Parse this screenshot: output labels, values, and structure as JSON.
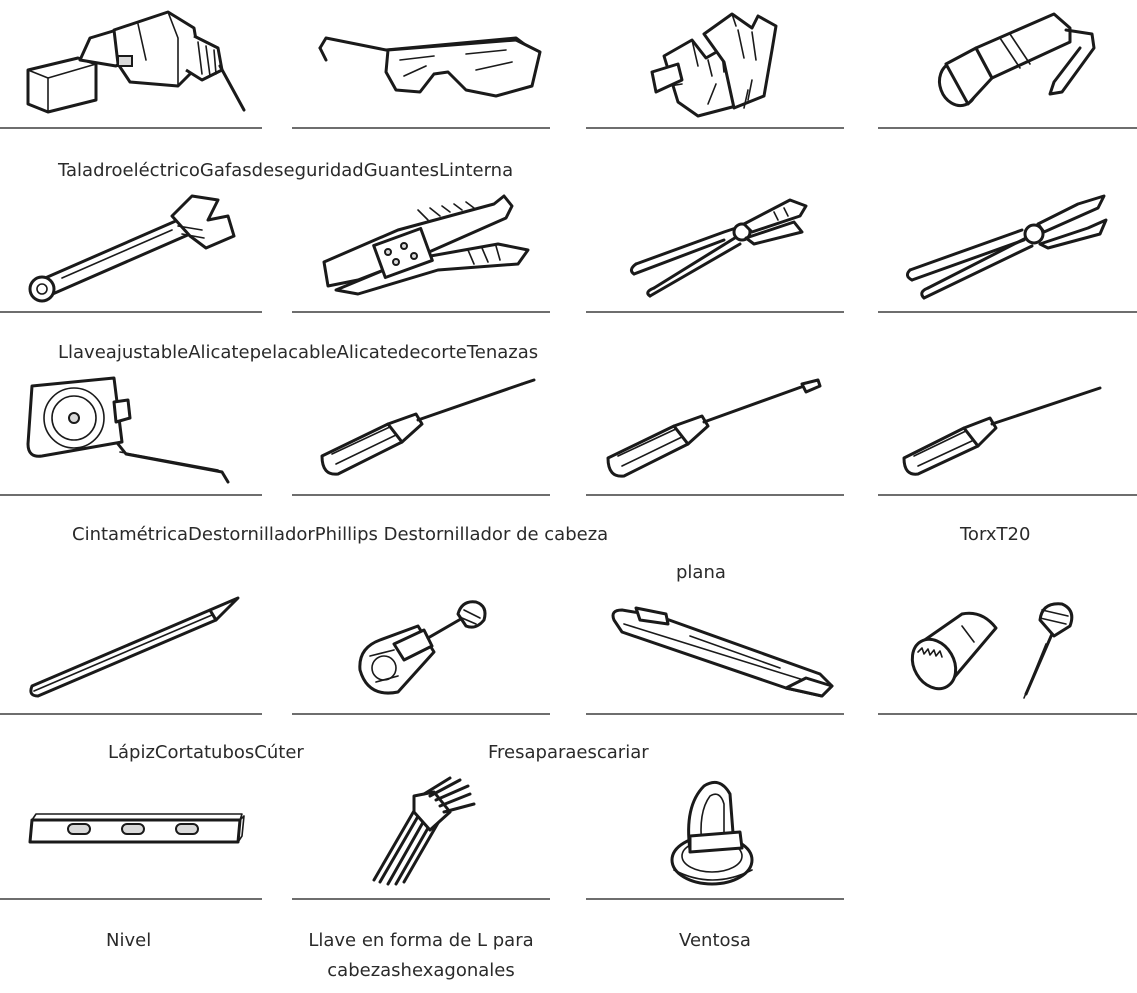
{
  "labels": {
    "row1": "TaladroeléctricoGafasdeseguridadGuantesLinterna",
    "row2": "LlaveajustableAlicatepelacableAlicatedecorteTenazas",
    "row3": "CintamétricaDestornilladorPhillips Destornillador de cabeza",
    "row3_plana": "plana",
    "row3_torx": "TorxT20",
    "row4": "LápizCortatubosCúter",
    "row4_fresa": "Fresaparaescariar",
    "row5_nivel": "Nivel",
    "row5_llave_l_line1": "Llave en forma de L para",
    "row5_llave_l_line2": "cabezashexagonales",
    "row5_ventosa": "Ventosa"
  },
  "icons": [
    "electric-drill-icon",
    "safety-glasses-icon",
    "gloves-icon",
    "flashlight-icon",
    "adjustable-wrench-icon",
    "wire-stripper-icon",
    "cutting-pliers-icon",
    "pincers-icon",
    "tape-measure-icon",
    "phillips-screwdriver-icon",
    "flat-screwdriver-icon",
    "torx-screwdriver-icon",
    "pencil-icon",
    "pipe-cutter-icon",
    "utility-knife-icon",
    "hole-saw-icon",
    "level-icon",
    "hex-key-set-icon",
    "suction-cup-icon"
  ]
}
